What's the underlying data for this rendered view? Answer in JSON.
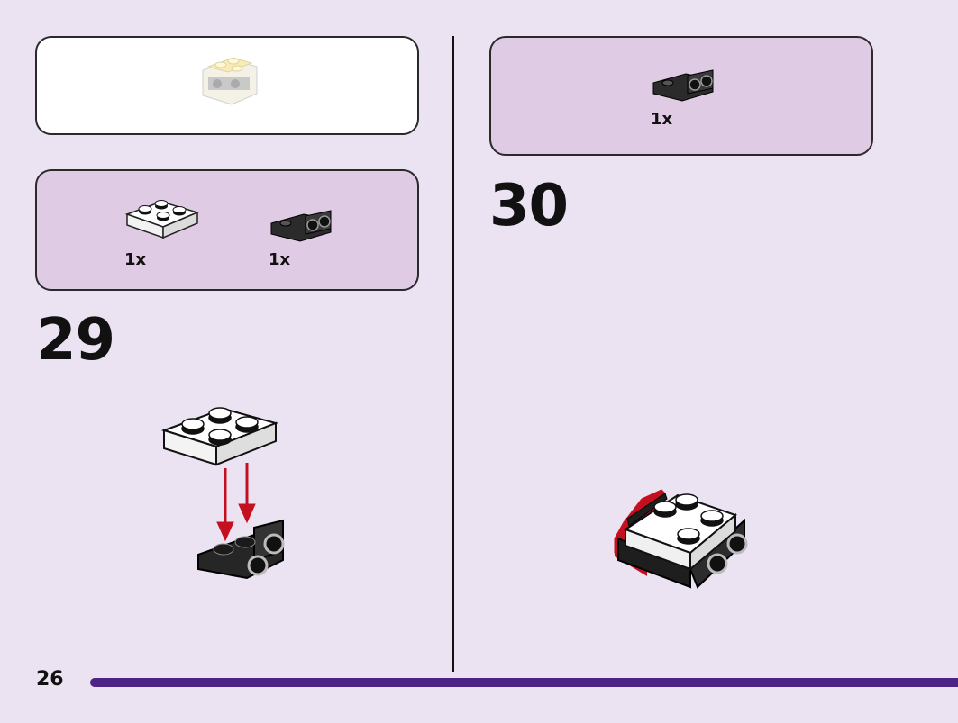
{
  "page": {
    "number": "26"
  },
  "colors": {
    "background": "#ebe3f2",
    "parts_panel": "#dfcbe4",
    "progress_bar": "#4d2386",
    "arrow": "#c4101e"
  },
  "steps": [
    {
      "number": "29",
      "parts": [
        {
          "icon": "white-2x2-plate-icon",
          "quantity": "1x"
        },
        {
          "icon": "black-bracket-plate-icon",
          "quantity": "1x"
        }
      ]
    },
    {
      "number": "30",
      "parts": [
        {
          "icon": "black-bracket-plate-icon",
          "quantity": "1x"
        }
      ]
    }
  ],
  "submodel": {
    "icon": "submodel-preview-icon"
  }
}
